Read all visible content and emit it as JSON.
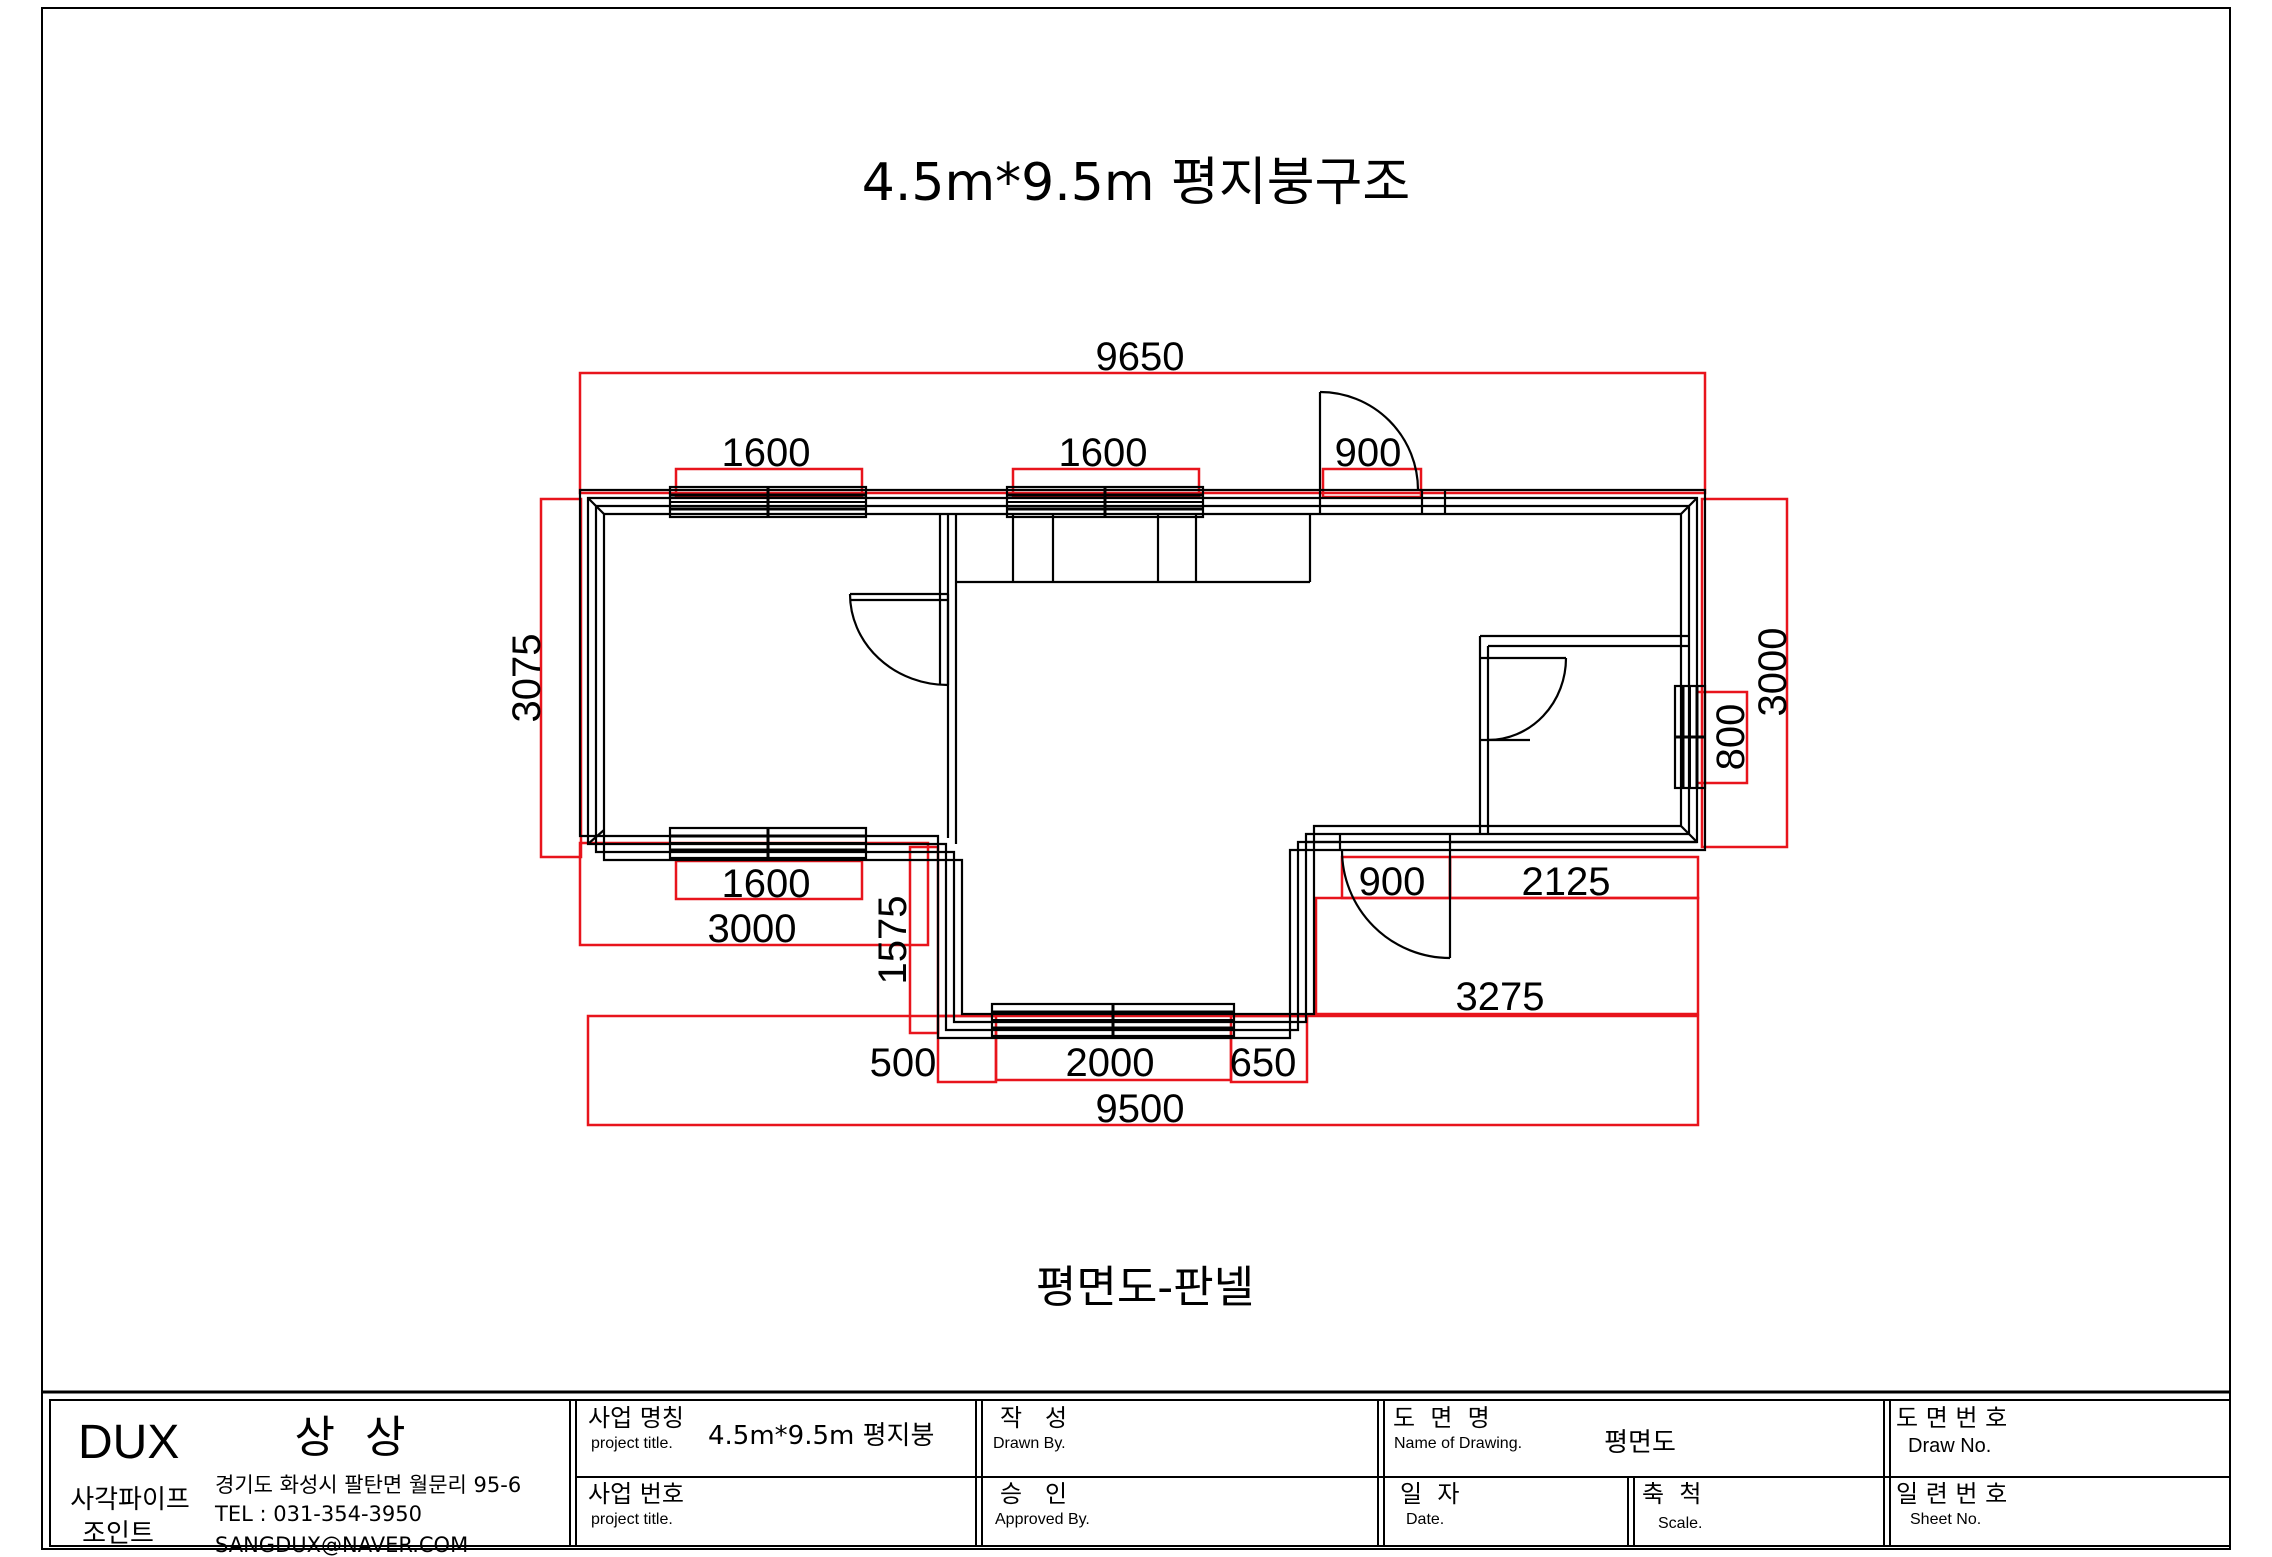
{
  "drawing": {
    "title": "4.5m*9.5m  평지붕구조",
    "subtitle": "평면도-판넬"
  },
  "dimensions": {
    "overall_top": "9650",
    "window_top_1": "1600",
    "window_top_2": "1600",
    "door_top": "900",
    "left_height": "3075",
    "right_height": "3000",
    "right_window": "800",
    "window_bottom_left": "1600",
    "bottom_left_width": "3000",
    "step_depth": "1575",
    "bottom_door": "900",
    "bottom_right_segment": "2125",
    "bottom_right_width": "3275",
    "bottom_offset_left": "500",
    "bottom_window": "2000",
    "bottom_offset_right": "650",
    "overall_bottom": "9500"
  },
  "title_block": {
    "company_logo": "DUX",
    "company_name": "상 상",
    "company_type_line1": "사각파이프",
    "company_type_line2": "조인트",
    "address": "경기도 화성시 팔탄면 월문리 95-6",
    "tel": "TEL : 031-354-3950",
    "email": "SANGDUX@NAVER.COM",
    "project_name_label": "사업 명칭",
    "project_name_sub": "project title.",
    "project_name_value": "4.5m*9.5m 평지붕",
    "project_no_label": "사업 번호",
    "project_no_sub": "project title.",
    "drawn_label": "작   성",
    "drawn_sub": "Drawn By.",
    "approved_label": "승   인",
    "approved_sub": "Approved By.",
    "drawing_name_label": "도  면  명",
    "drawing_name_sub": "Name of Drawing.",
    "drawing_name_value": "평면도",
    "date_label": "일  자",
    "date_sub": "Date.",
    "scale_label": "축  척",
    "scale_sub": "Scale.",
    "draw_no_label": "도 면 번 호",
    "draw_no_sub": "Draw No.",
    "sheet_no_label": "일 련 번 호",
    "sheet_no_sub": "Sheet No."
  },
  "colors": {
    "dimension_line": "#e8141c",
    "wall_line": "#000000",
    "background": "#ffffff"
  }
}
